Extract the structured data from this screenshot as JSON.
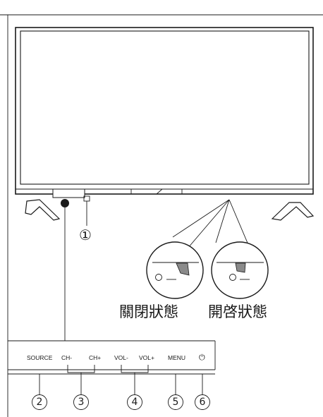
{
  "callout_1": "①",
  "states": {
    "off_label": "關閉狀態",
    "on_label": "開啓狀態"
  },
  "panel": {
    "buttons": {
      "source": "SOURCE",
      "ch_minus": "CH-",
      "ch_plus": "CH+",
      "vol_minus": "VOL-",
      "vol_plus": "VOL+",
      "menu": "MENU",
      "power_symbol": "⏻"
    },
    "callouts": [
      "②",
      "③",
      "④",
      "⑤",
      "⑥"
    ]
  },
  "icons": {
    "power": "power-icon",
    "switch_off": "rocker-switch-off-icon",
    "switch_on": "rocker-switch-on-icon"
  },
  "colors": {
    "line": "#1a1a1a",
    "background": "#ffffff",
    "switch_shade": "#8a8a8a"
  }
}
